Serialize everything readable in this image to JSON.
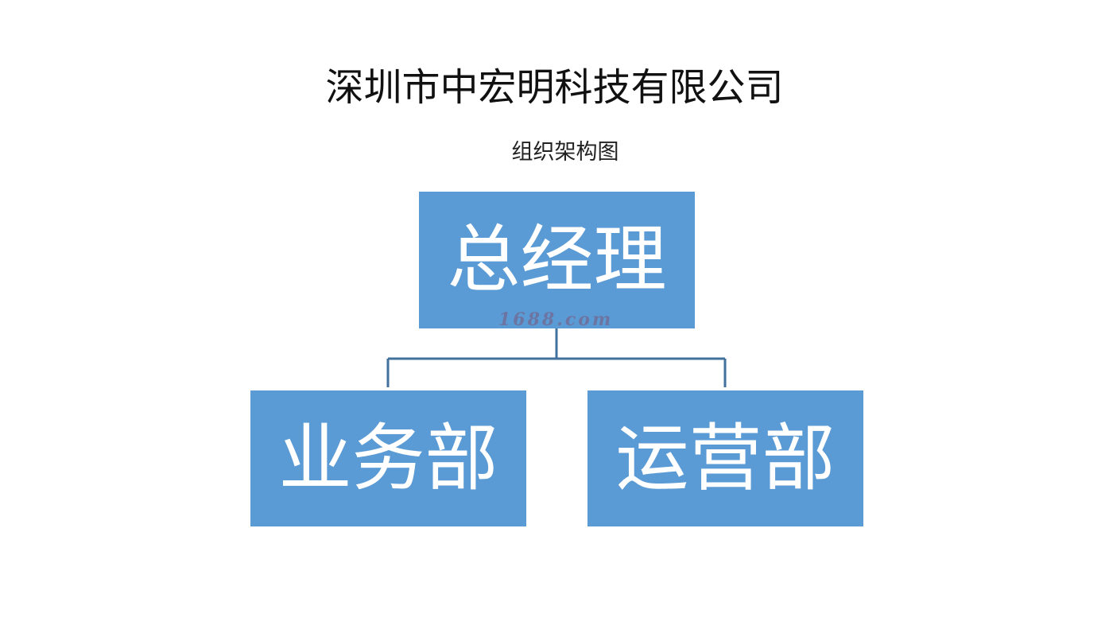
{
  "title": "深圳市中宏明科技有限公司",
  "subtitle": "组织架构图",
  "colors": {
    "node_fill": "#5b9bd5",
    "node_text": "#ffffff",
    "connector": "#41719c"
  },
  "nodes": {
    "general_manager": "总经理",
    "business_dept": "业务部",
    "operations_dept": "运营部"
  },
  "watermark": "1688.com"
}
